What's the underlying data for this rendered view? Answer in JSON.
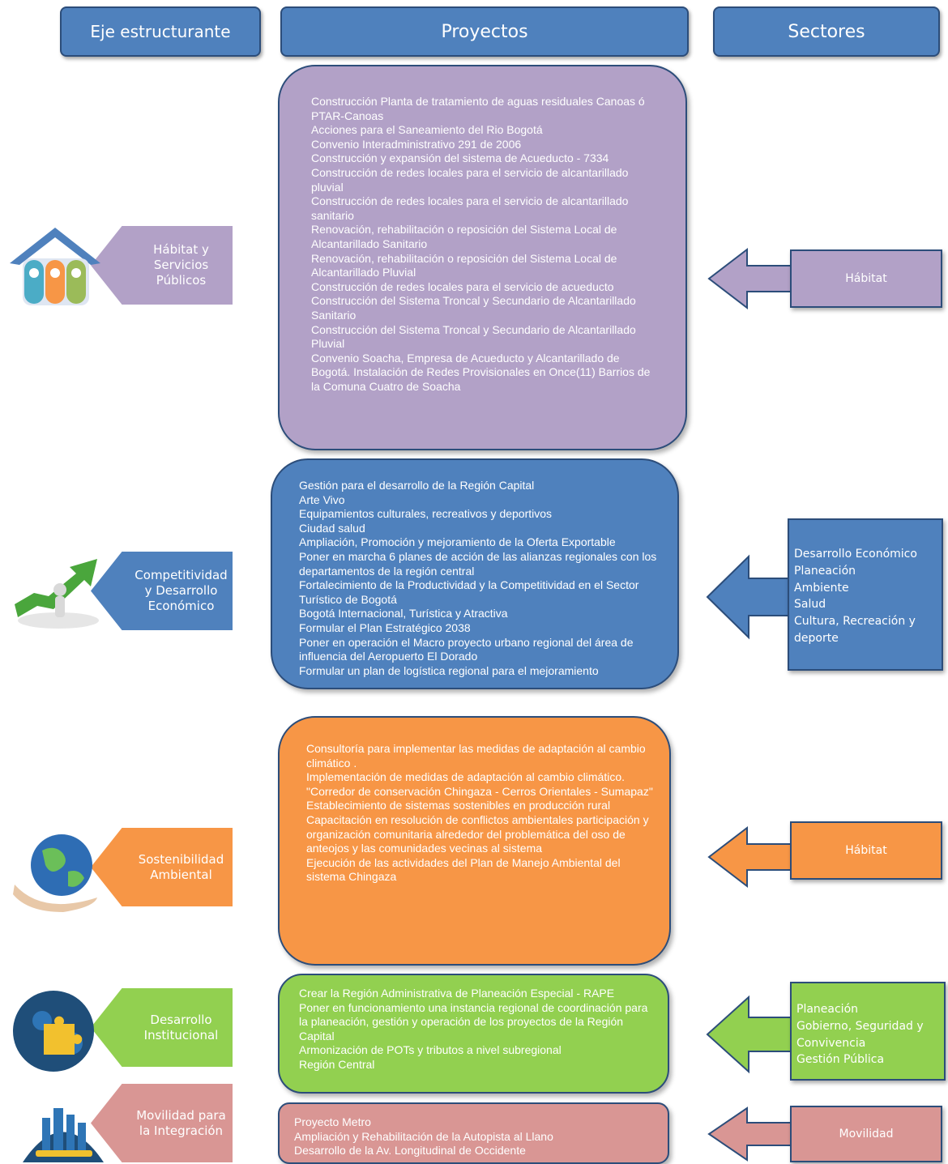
{
  "headers": {
    "eje": "Eje estructurante",
    "proyectos": "Proyectos",
    "sectores": "Sectores"
  },
  "colors": {
    "blue": "#4f81bd",
    "purple": "#b2a1c7",
    "orange": "#f79646",
    "green": "#92d050",
    "rose": "#d99694"
  },
  "rows": [
    {
      "axis": "Hábitat y Servicios Públicos",
      "icon": "house-family-icon",
      "projects": [
        "Construcción Planta de tratamiento de aguas residuales Canoas ó PTAR-Canoas",
        "Acciones para el Saneamiento del Rio Bogotá",
        "Convenio Interadministrativo 291 de 2006",
        "Construcción y expansión del sistema de Acueducto - 7334",
        "Construcción de redes locales para el servicio de alcantarillado pluvial",
        "Construcción de redes locales para el servicio de alcantarillado sanitario",
        "Renovación, rehabilitación o reposición del Sistema Local de Alcantarillado Sanitario",
        "Renovación, rehabilitación o reposición del Sistema Local de Alcantarillado Pluvial",
        "Construcción de redes locales para el servicio de acueducto",
        "Construcción del Sistema Troncal y Secundario de Alcantarillado Sanitario",
        "Construcción del Sistema Troncal y Secundario de Alcantarillado Pluvial",
        "Convenio Soacha, Empresa de Acueducto y Alcantarillado de Bogotá. Instalación de Redes Provisionales en Once(11) Barrios de la Comuna Cuatro de Soacha"
      ],
      "sectors": [
        "Hábitat"
      ]
    },
    {
      "axis": "Competitividad y Desarrollo Económico",
      "icon": "growth-arrow-figure-icon",
      "projects": [
        "Gestión para el desarrollo de la Región Capital",
        "Arte Vivo",
        "Equipamientos culturales, recreativos y deportivos",
        "Ciudad salud",
        "Ampliación, Promoción y mejoramiento de la Oferta Exportable",
        "Poner en marcha 6 planes de acción de las alianzas regionales con los departamentos de la región central",
        "Fortalecimiento de la Productividad y la Competitividad en el Sector Turístico de Bogotá",
        "Bogotá Internacional, Turística y Atractiva",
        "Formular el Plan Estratégico 2038",
        "Poner en operación el Macro proyecto urbano regional del área de influencia del Aeropuerto El Dorado",
        "Formular un plan de logística regional para el mejoramiento"
      ],
      "sectors": [
        "Desarrollo Económico",
        "Planeación",
        "Ambiente",
        "Salud",
        "Cultura, Recreación y deporte"
      ]
    },
    {
      "axis": "Sostenibilidad Ambiental",
      "icon": "globe-in-hands-icon",
      "projects": [
        "Consultoría para implementar las medidas de adaptación al cambio climático .",
        " Implementación de medidas de adaptación al cambio climático.",
        "\"Corredor de conservación Chingaza - Cerros Orientales - Sumapaz\"",
        "Establecimiento de sistemas sostenibles en producción rural",
        "Capacitación en resolución de conflictos ambientales participación y organización comunitaria alrededor del problemática del oso de anteojos y las comunidades vecinas al sistema",
        "Ejecución de las actividades del Plan de Manejo Ambiental del sistema Chingaza"
      ],
      "sectors": [
        "Hábitat"
      ]
    },
    {
      "axis": "Desarrollo Institucional",
      "icon": "puzzle-piece-icon",
      "projects": [
        "Crear la Región Administrativa de Planeación Especial - RAPE",
        "Poner en funcionamiento una instancia regional de coordinación para la planeación, gestión y operación de los proyectos de la Región Capital",
        "Armonización de POTs y tributos a nivel subregional",
        "Región Central"
      ],
      "sectors": [
        "Planeación",
        "Gobierno, Seguridad y Convivencia",
        "Gestión Pública"
      ]
    },
    {
      "axis": "Movilidad para la Integración",
      "icon": "city-transit-icon",
      "projects": [
        "Proyecto Metro",
        "Ampliación y Rehabilitación de la Autopista al Llano",
        "Desarrollo de la Av. Longitudinal de Occidente"
      ],
      "sectors": [
        "Movilidad"
      ]
    }
  ]
}
